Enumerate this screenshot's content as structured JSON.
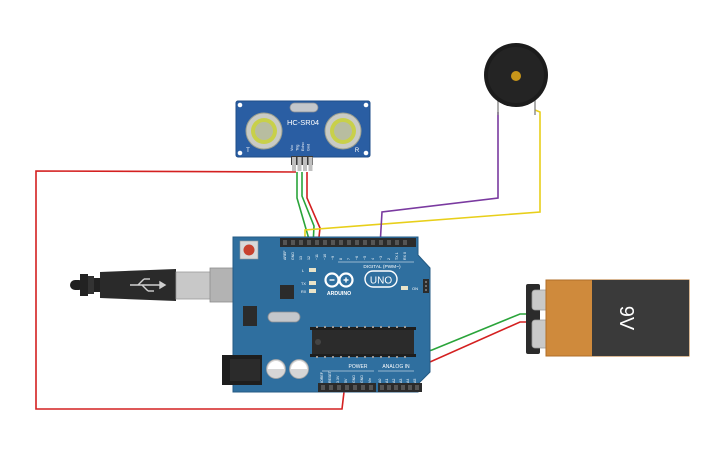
{
  "sensor": {
    "model_label": "HC-SR04",
    "left_mark": "T",
    "right_mark": "R",
    "pins": [
      "Vcc",
      "Trig",
      "Echo",
      "Gnd"
    ]
  },
  "battery": {
    "label": "9V"
  },
  "arduino": {
    "logo_text": "ARDUINO",
    "model": "UNO",
    "digital_label": "DIGITAL (PWM~)",
    "power_label": "POWER",
    "analog_label": "ANALOG IN",
    "on_label": "ON",
    "led_labels": [
      "L",
      "TX",
      "RX"
    ],
    "digital_pins": [
      "AREF",
      "GND",
      "13",
      "12",
      "~11",
      "~10",
      "~9",
      "8",
      "7",
      "~6",
      "~5",
      "4",
      "~3",
      "2",
      "TX 1",
      "RX 0"
    ],
    "power_pins": [
      "IOREF",
      "RESET",
      "3.3V",
      "5V",
      "GND",
      "GND",
      "Vin"
    ],
    "analog_pins": [
      "A0",
      "A1",
      "A2",
      "A3",
      "A4",
      "A5"
    ]
  },
  "colors": {
    "board": "#2f6f9f",
    "board_edge": "#245b84",
    "sensor_board": "#2a5ea3",
    "wire_red": "#d42020",
    "wire_green": "#2aa43a",
    "wire_yellow": "#e8cf1a",
    "wire_purple": "#7a3aa0",
    "battery_body": "#cf8a3c",
    "battery_label": "#3a3a3a"
  }
}
